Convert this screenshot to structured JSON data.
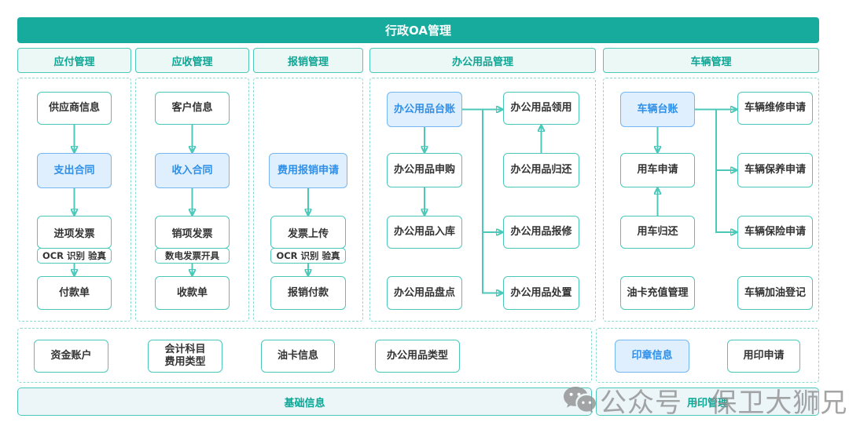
{
  "title": "行政OA管理",
  "colors": {
    "teal_bar": "#17AB9E",
    "teal_border": "#4CC8BA",
    "teal_dashed": "#8ADAD0",
    "teal_text": "#0DA594",
    "header_bg": "#EBF8F6",
    "bar_bg": "#ECF6F9",
    "highlight_bg": "#DFEFFD",
    "highlight_border": "#73B7F2",
    "highlight_text": "#2E8FE9",
    "node_text": "#333333",
    "watermark_gray": "#8F8F8F"
  },
  "columns": [
    {
      "id": "payable",
      "header": "应付管理",
      "nodes": [
        {
          "id": "supplier-info",
          "label": "供应商信息"
        },
        {
          "id": "expense-contract",
          "label": "支出合同",
          "highlight": true
        },
        {
          "id": "input-invoice",
          "label": "进项发票",
          "sub": "OCR 识别 验真"
        },
        {
          "id": "payment-slip",
          "label": "付款单"
        }
      ]
    },
    {
      "id": "receivable",
      "header": "应收管理",
      "nodes": [
        {
          "id": "customer-info",
          "label": "客户信息"
        },
        {
          "id": "income-contract",
          "label": "收入合同",
          "highlight": true
        },
        {
          "id": "output-invoice",
          "label": "销项发票",
          "sub": "数电发票开具"
        },
        {
          "id": "receipt-slip",
          "label": "收款单"
        }
      ]
    },
    {
      "id": "reimbursement",
      "header": "报销管理",
      "nodes": [
        {
          "id": "expense-claim",
          "label": "费用报销申请",
          "highlight": true
        },
        {
          "id": "invoice-upload",
          "label": "发票上传",
          "sub": "OCR 识别 验真"
        },
        {
          "id": "reimburse-payment",
          "label": "报销付款"
        }
      ]
    },
    {
      "id": "office-supplies",
      "header": "办公用品管理",
      "nodes": [
        {
          "id": "office-ledger",
          "label": "办公用品台账",
          "highlight": true
        },
        {
          "id": "office-purchase",
          "label": "办公用品申购"
        },
        {
          "id": "office-inbound",
          "label": "办公用品入库"
        },
        {
          "id": "office-stocktake",
          "label": "办公用品盘点"
        },
        {
          "id": "office-collect",
          "label": "办公用品领用"
        },
        {
          "id": "office-return",
          "label": "办公用品归还"
        },
        {
          "id": "office-repair",
          "label": "办公用品报修"
        },
        {
          "id": "office-dispose",
          "label": "办公用品处置"
        }
      ]
    },
    {
      "id": "vehicle",
      "header": "车辆管理",
      "nodes": [
        {
          "id": "vehicle-ledger",
          "label": "车辆台账",
          "highlight": true
        },
        {
          "id": "vehicle-use-apply",
          "label": "用车申请"
        },
        {
          "id": "vehicle-use-return",
          "label": "用车归还"
        },
        {
          "id": "fuel-card-recharge",
          "label": "油卡充值管理"
        },
        {
          "id": "vehicle-repair-apply",
          "label": "车辆维修申请"
        },
        {
          "id": "vehicle-maintain-apply",
          "label": "车辆保养申请"
        },
        {
          "id": "vehicle-insurance-apply",
          "label": "车辆保险申请"
        },
        {
          "id": "vehicle-refuel-log",
          "label": "车辆加油登记"
        }
      ]
    }
  ],
  "bottom": {
    "basic": {
      "header": "基础信息",
      "nodes": [
        {
          "id": "fund-account",
          "label": "资金账户"
        },
        {
          "id": "accounting-subject",
          "label": "会计科目",
          "label2": "费用类型"
        },
        {
          "id": "fuel-card-info",
          "label": "油卡信息"
        },
        {
          "id": "supplies-type",
          "label": "办公用品类型"
        }
      ]
    },
    "seal": {
      "header": "用印管理",
      "nodes": [
        {
          "id": "seal-info",
          "label": "印章信息",
          "highlight": true
        },
        {
          "id": "seal-apply",
          "label": "用印申请"
        }
      ]
    }
  },
  "edges": [
    {
      "from": "supplier-info",
      "to": "expense-contract",
      "type": "down"
    },
    {
      "from": "expense-contract",
      "to": "input-invoice",
      "type": "down"
    },
    {
      "from": "input-invoice",
      "to": "payment-slip",
      "type": "down"
    },
    {
      "from": "customer-info",
      "to": "income-contract",
      "type": "down"
    },
    {
      "from": "income-contract",
      "to": "output-invoice",
      "type": "down"
    },
    {
      "from": "output-invoice",
      "to": "receipt-slip",
      "type": "down"
    },
    {
      "from": "expense-claim",
      "to": "invoice-upload",
      "type": "down"
    },
    {
      "from": "invoice-upload",
      "to": "reimburse-payment",
      "type": "down"
    },
    {
      "from": "office-ledger",
      "to": "office-purchase",
      "type": "down"
    },
    {
      "from": "office-purchase",
      "to": "office-inbound",
      "type": "down"
    },
    {
      "from": "office-ledger",
      "to": "office-collect",
      "type": "right"
    },
    {
      "from": "office-ledger",
      "to": "office-repair",
      "type": "elbow"
    },
    {
      "from": "office-ledger",
      "to": "office-dispose",
      "type": "elbow"
    },
    {
      "from": "office-return",
      "to": "office-collect",
      "type": "up"
    },
    {
      "from": "vehicle-ledger",
      "to": "vehicle-use-apply",
      "type": "down"
    },
    {
      "from": "vehicle-use-return",
      "to": "vehicle-use-apply",
      "type": "up"
    },
    {
      "from": "vehicle-ledger",
      "to": "vehicle-repair-apply",
      "type": "right"
    },
    {
      "from": "vehicle-ledger",
      "to": "vehicle-maintain-apply",
      "type": "elbow"
    },
    {
      "from": "vehicle-ledger",
      "to": "vehicle-insurance-apply",
      "type": "elbow"
    }
  ],
  "watermark": {
    "icon": "wechat-icon",
    "text": "公众号 · 保卫大狮兄"
  }
}
